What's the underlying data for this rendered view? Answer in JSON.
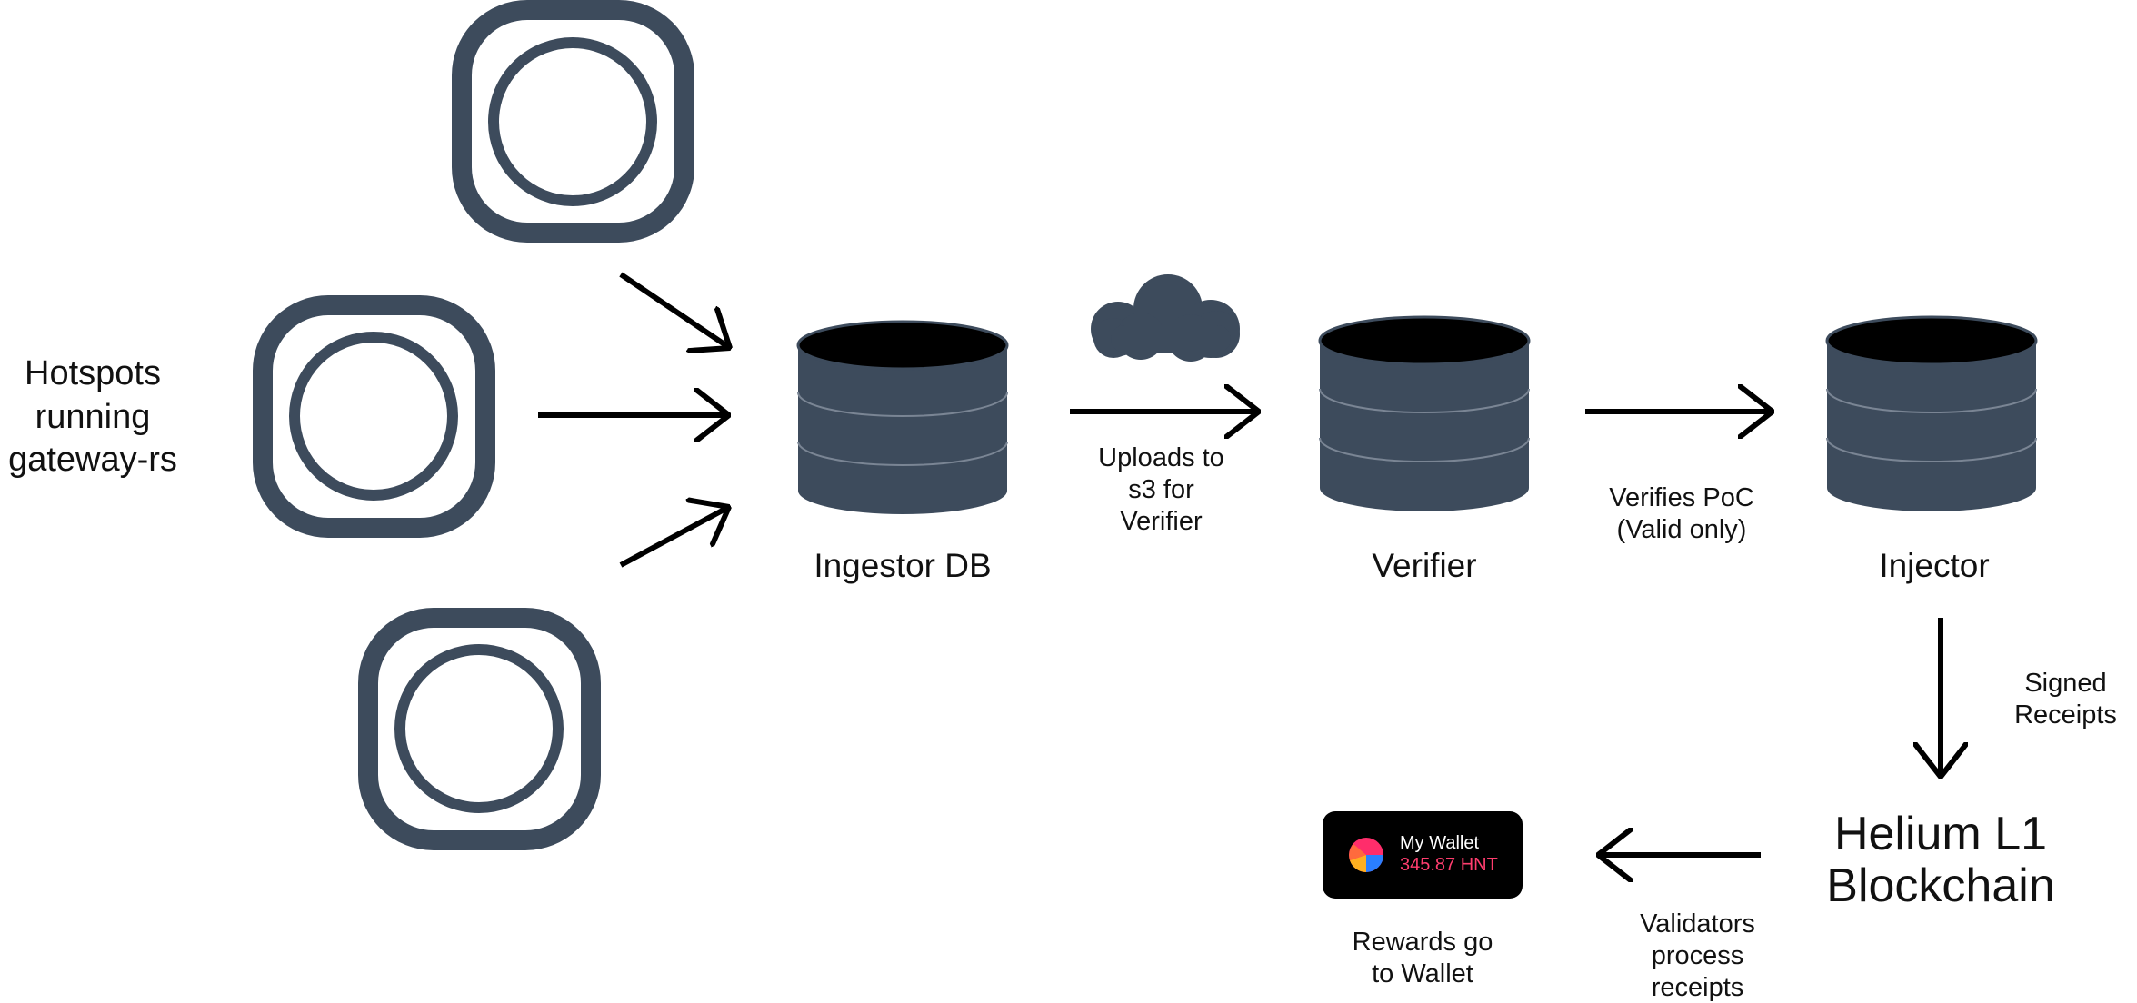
{
  "colors": {
    "shape": "#3d4b5c",
    "cylinder_top": "#000000",
    "arrow": "#000000",
    "text": "#111111",
    "wallet_bg": "#000000",
    "wallet_balance": "#ff3d6e"
  },
  "hotspots": {
    "label": "Hotspots\nrunning\ngateway-rs",
    "icon": "hotspot-device-icon",
    "count": 3
  },
  "nodes": {
    "ingestor": "Ingestor DB",
    "verifier": "Verifier",
    "injector": "Injector",
    "blockchain": "Helium L1\nBlockchain"
  },
  "edges": {
    "upload": "Uploads to\ns3 for\nVerifier",
    "verify": "Verifies PoC\n(Valid only)",
    "signed": "Signed\nReceipts",
    "validators": "Validators\nprocess\nreceipts",
    "rewards": "Rewards go\nto Wallet"
  },
  "cloud_icon": "cloud-icon",
  "wallet": {
    "name": "My Wallet",
    "balance": "345.87 HNT",
    "logo_icon": "helium-logo-icon"
  }
}
